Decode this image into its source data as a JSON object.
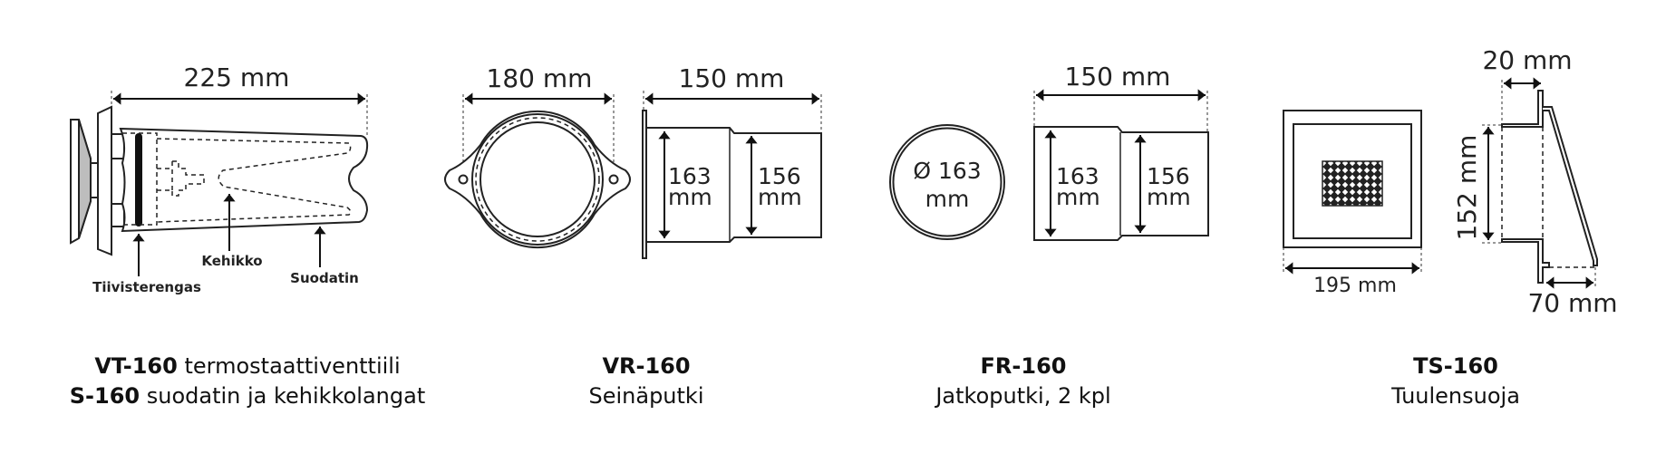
{
  "products": [
    {
      "code": "VT-160",
      "name": "termostaattiventtiili",
      "code2": "S-160",
      "name2": "suodatin ja kehikkolangat"
    },
    {
      "code": "VR-160",
      "name": "Seinäputki"
    },
    {
      "code": "FR-160",
      "name": "Jatkoputki, 2 kpl"
    },
    {
      "code": "TS-160",
      "name": "Tuulensuoja"
    }
  ],
  "vt160": {
    "length": "225 mm",
    "labels": {
      "seal": "Tiivisterengas",
      "frame": "Kehikko",
      "filter": "Suodatin"
    }
  },
  "vr160": {
    "flange_width": "180 mm",
    "length": "150 mm",
    "outer_dia_num": "163",
    "outer_dia_unit": "mm",
    "inner_dia_num": "156",
    "inner_dia_unit": "mm"
  },
  "fr160": {
    "diameter_num": "Ø 163",
    "diameter_unit": "mm",
    "length": "150 mm",
    "outer_dia_num": "163",
    "outer_dia_unit": "mm",
    "inner_dia_num": "156",
    "inner_dia_unit": "mm"
  },
  "ts160": {
    "width": "195 mm",
    "depth_top": "20 mm",
    "height": "152 mm",
    "depth_bottom": "70 mm"
  }
}
